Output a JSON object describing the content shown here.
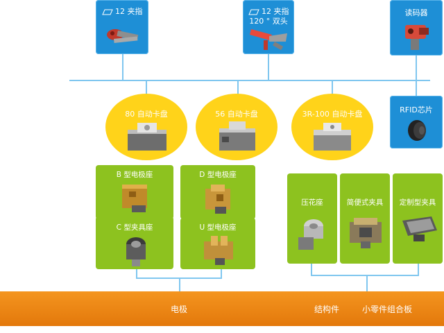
{
  "top_row": {
    "box1": {
      "tag": "12 夹指"
    },
    "box2": {
      "tag": "12 夹指",
      "sub": "120 ° 双头"
    },
    "box3": {
      "label": "读码器"
    },
    "box4": {
      "label": "RFID芯片"
    }
  },
  "chucks": [
    {
      "label": "80 自动卡盘"
    },
    {
      "label": "56 自动卡盘"
    },
    {
      "label": "3R-100 自动卡盘"
    }
  ],
  "electrode_group": [
    {
      "label": "B 型电极座"
    },
    {
      "label": "D 型电极座"
    },
    {
      "label": "C 型夹具座"
    },
    {
      "label": "U 型电极座"
    }
  ],
  "structure_group": [
    {
      "label": "压花座"
    },
    {
      "label": "简便式夹具"
    },
    {
      "label": "定制型夹具"
    }
  ],
  "bottom_bar": {
    "left": "电极",
    "mid": "结构件",
    "right": "小零件组合板"
  },
  "colors": {
    "blue": "#1e8fd6",
    "yellow": "#ffd31a",
    "green": "#8dc21f",
    "orange": "#f08a16",
    "line": "#7fc6ef"
  }
}
